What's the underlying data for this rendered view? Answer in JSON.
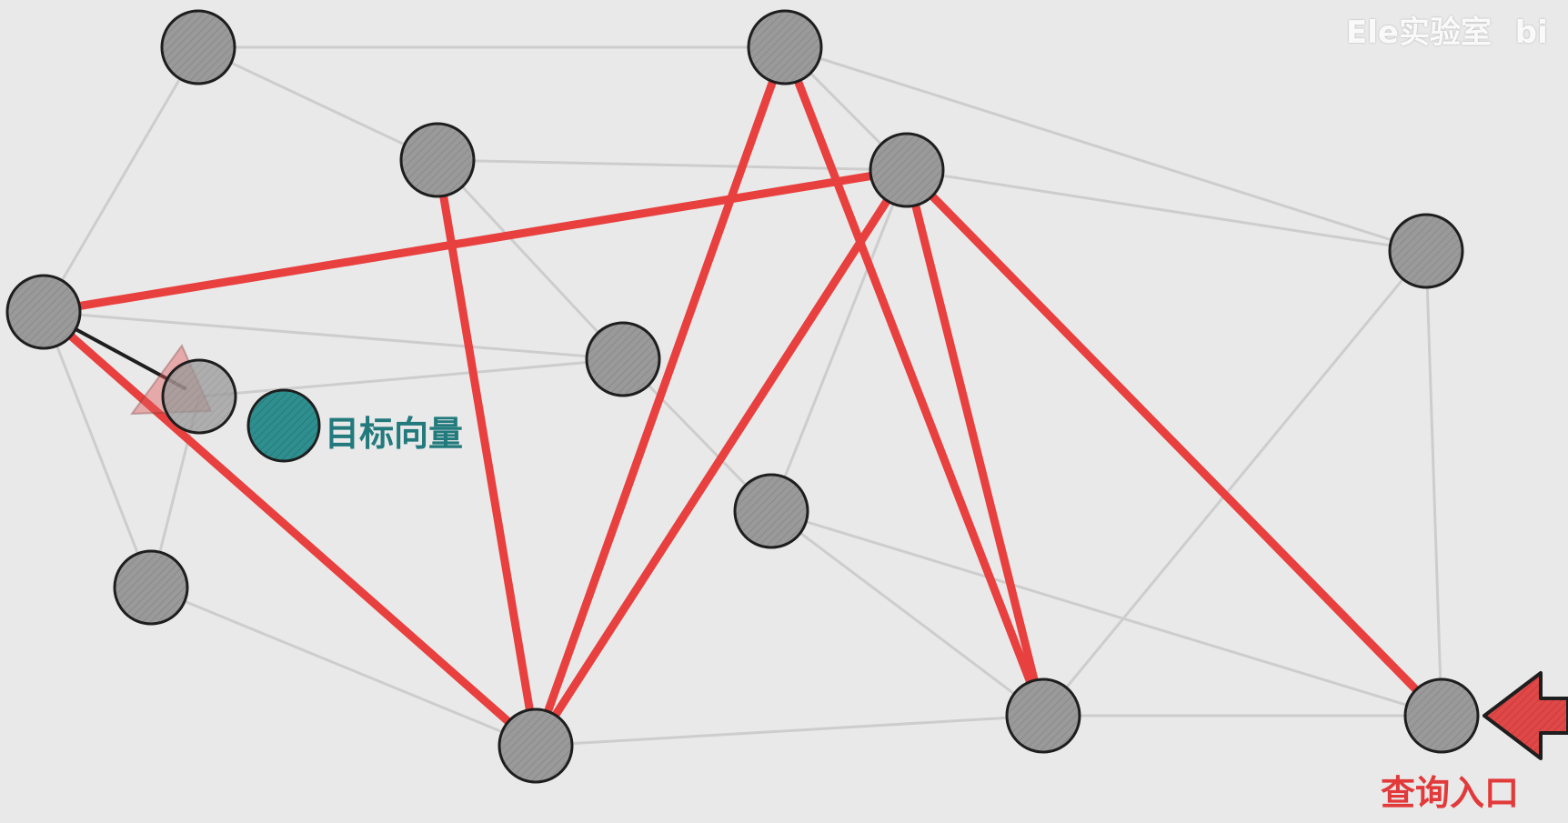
{
  "watermark": {
    "text": "Ele实验室",
    "partial_logo": "bi"
  },
  "labels": {
    "target_vector": "目标向量",
    "query_entry": "查询入口"
  },
  "colors": {
    "background": "#e9e9e9",
    "node_fill": "#9a9a9a",
    "node_stroke": "#1e1e1e",
    "search_edge": "#e8403f",
    "faint_edge": "#cdcdcd",
    "target_fill": "#2f8f8f",
    "target_text": "#227a7d",
    "entry_text": "#e23a3a",
    "entry_arrow": "#e04848"
  }
}
